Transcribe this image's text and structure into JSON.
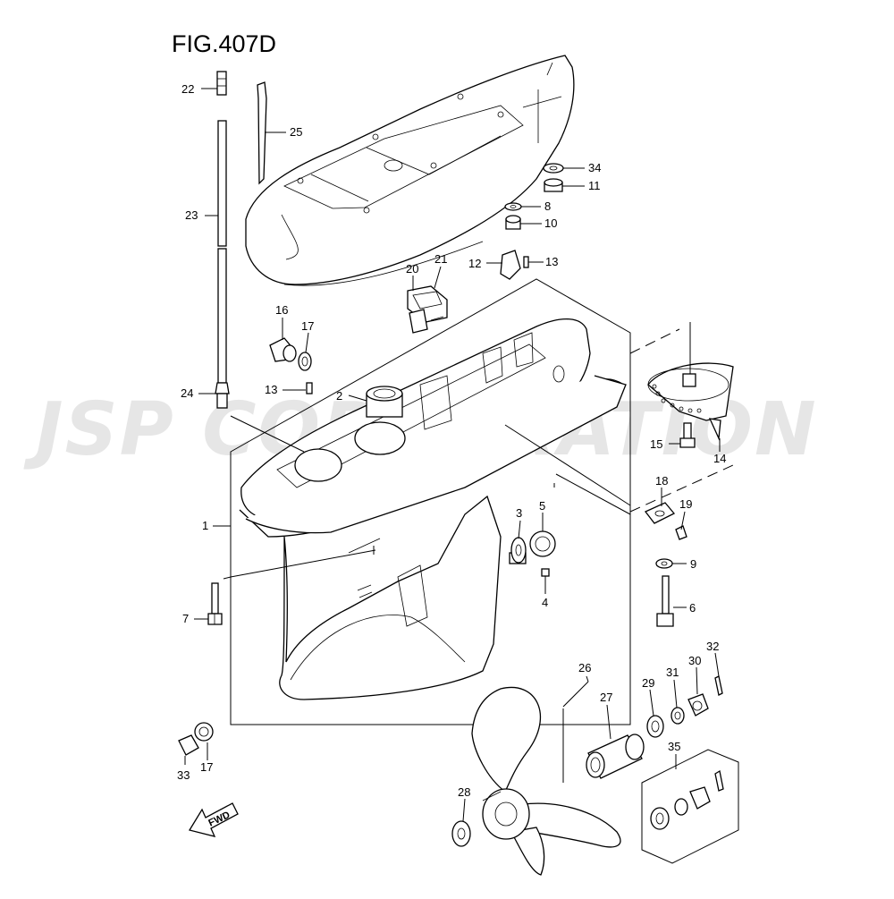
{
  "figure_title": "FIG.407D",
  "watermark": "JSP CORPORATION",
  "fwd_label": "FWD",
  "callouts": [
    {
      "id": "22",
      "label": "22"
    },
    {
      "id": "25",
      "label": "25"
    },
    {
      "id": "23",
      "label": "23"
    },
    {
      "id": "24",
      "label": "24"
    },
    {
      "id": "16",
      "label": "16"
    },
    {
      "id": "17a",
      "label": "17"
    },
    {
      "id": "13a",
      "label": "13"
    },
    {
      "id": "2",
      "label": "2"
    },
    {
      "id": "20",
      "label": "20"
    },
    {
      "id": "21",
      "label": "21"
    },
    {
      "id": "12",
      "label": "12"
    },
    {
      "id": "13b",
      "label": "13"
    },
    {
      "id": "34",
      "label": "34"
    },
    {
      "id": "11",
      "label": "11"
    },
    {
      "id": "8",
      "label": "8"
    },
    {
      "id": "10",
      "label": "10"
    },
    {
      "id": "1",
      "label": "1"
    },
    {
      "id": "3",
      "label": "3"
    },
    {
      "id": "5",
      "label": "5"
    },
    {
      "id": "4",
      "label": "4"
    },
    {
      "id": "7",
      "label": "7"
    },
    {
      "id": "15",
      "label": "15"
    },
    {
      "id": "14",
      "label": "14"
    },
    {
      "id": "18",
      "label": "18"
    },
    {
      "id": "19",
      "label": "19"
    },
    {
      "id": "9",
      "label": "9"
    },
    {
      "id": "6",
      "label": "6"
    },
    {
      "id": "32",
      "label": "32"
    },
    {
      "id": "31",
      "label": "31"
    },
    {
      "id": "30",
      "label": "30"
    },
    {
      "id": "29",
      "label": "29"
    },
    {
      "id": "26",
      "label": "26"
    },
    {
      "id": "27",
      "label": "27"
    },
    {
      "id": "35",
      "label": "35"
    },
    {
      "id": "28",
      "label": "28"
    },
    {
      "id": "33",
      "label": "33"
    },
    {
      "id": "17b",
      "label": "17"
    }
  ]
}
